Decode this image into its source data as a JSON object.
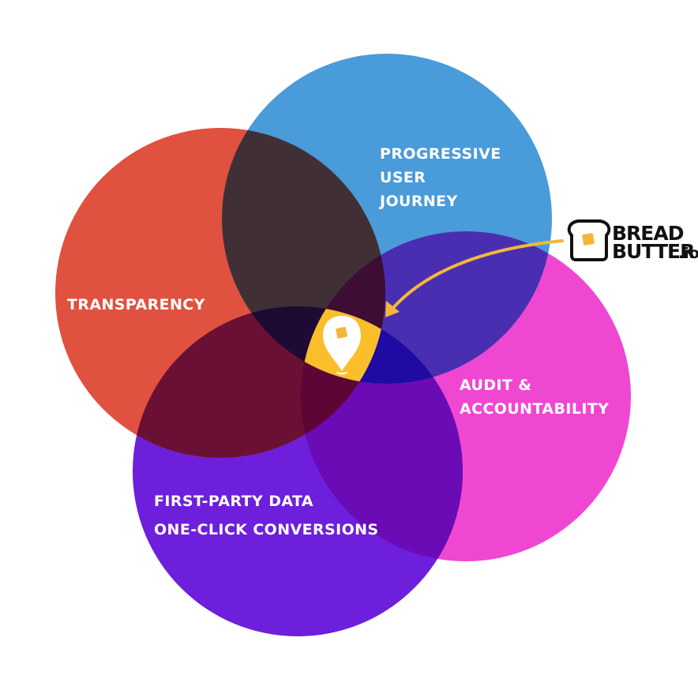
{
  "circles": [
    {
      "id": "transparency",
      "label_lines": [
        "TRANSPARENCY"
      ],
      "color": "#E0513F"
    },
    {
      "id": "progressive-user-journey",
      "label_lines": [
        "PROGRESSIVE",
        "USER",
        "JOURNEY"
      ],
      "color": "#4A9BDA"
    },
    {
      "id": "audit-accountability",
      "label_lines": [
        "AUDIT &",
        "ACCOUNTABILITY"
      ],
      "color": "#F047D2"
    },
    {
      "id": "first-party-data",
      "label_lines": [
        "FIRST-PARTY DATA",
        "ONE-CLICK CONVERSIONS"
      ],
      "color": "#6E1FDB"
    }
  ],
  "overlap_colors": {
    "red_blue": "#403036",
    "blue_pink": "#4A2EB2",
    "pink_purple": "#6A0BB6",
    "red_purple": "#6A1034",
    "red_blue_purple": "#1F0A33",
    "red_purple_pink": "#5E0535",
    "red_blue_pink": "#3E0D33",
    "blue_pink_purple": "#1F0AA3",
    "center": "#FBBE2B"
  },
  "brand": {
    "word1": "BREAD",
    "word2": "BUTTER",
    "suffix": ".io",
    "accent_color": "#F5B73A"
  },
  "center_marker": {
    "icon": "location-pin-icon"
  },
  "arrow": {
    "color": "#F5B73A"
  }
}
